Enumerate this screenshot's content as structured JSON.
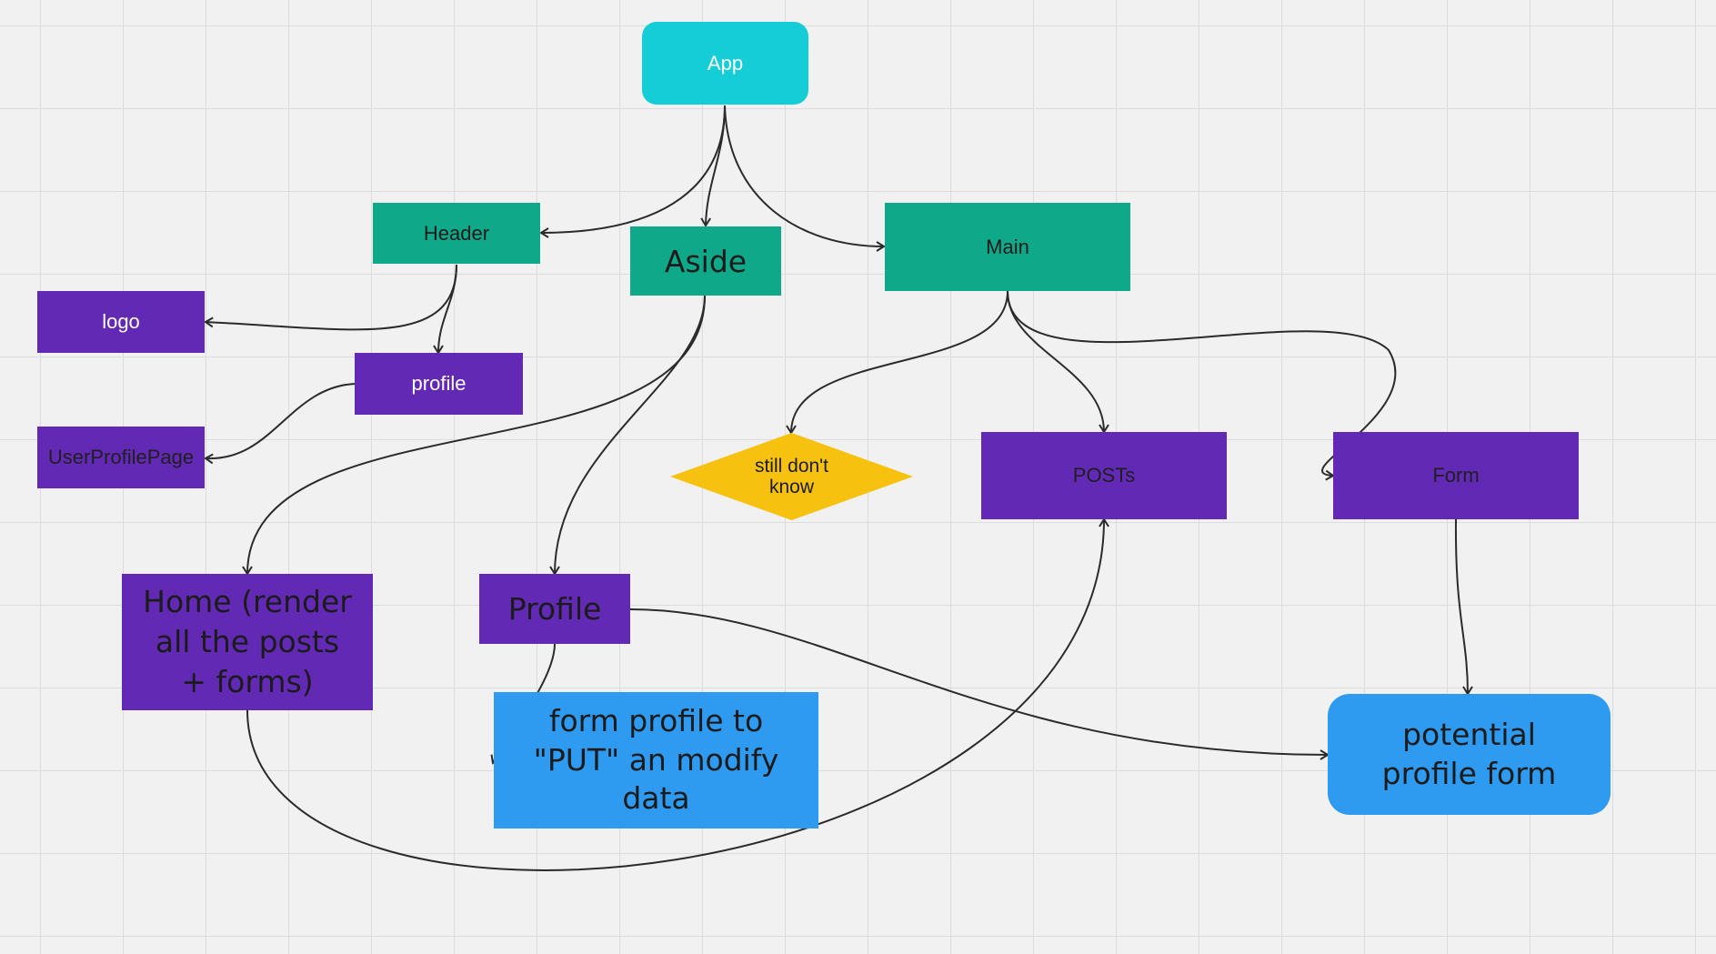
{
  "nodes": {
    "app": "App",
    "header": "Header",
    "aside": "Aside",
    "main": "Main",
    "logo": "logo",
    "profile_small": "profile",
    "user_profile_page": "UserProfilePage",
    "still_dont_know": "still don't know",
    "posts": "POSTs",
    "form": "Form",
    "home": "Home (render all the posts + forms)",
    "profile_big": "Profile",
    "form_profile_put": "form profile to \"PUT\" an modify data",
    "potential_profile_form": "potential profile form"
  },
  "colors": {
    "background": "#f1f1f1",
    "teal": "#0fa98a",
    "cyan": "#14cdd6",
    "purple": "#6229b4",
    "blue": "#2e9bf0",
    "yellow": "#f6c20f",
    "edge": "#2b2b2b"
  }
}
